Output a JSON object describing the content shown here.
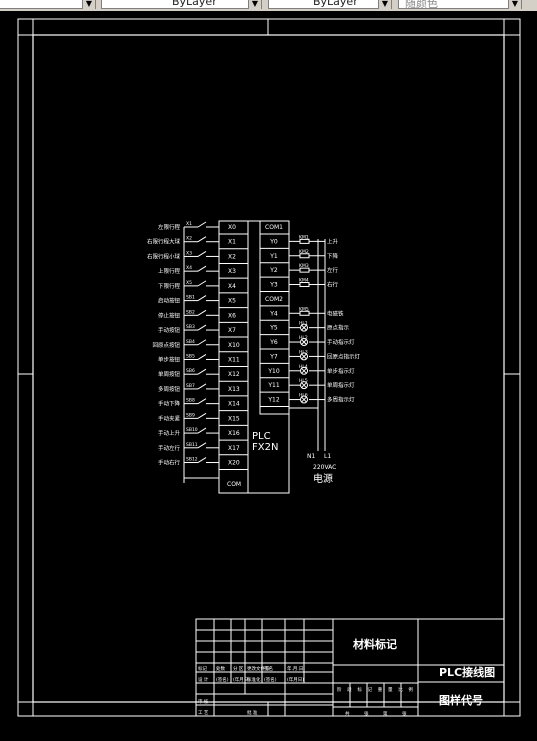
{
  "toolbar": {
    "linetype_value": "ByLayer",
    "lineweight_value": "ByLayer",
    "plotstyle_value": "随颜色"
  },
  "drawing": {
    "plc_model_line1": "PLC",
    "plc_model_line2": "FX2N",
    "inputs": [
      {
        "label": "左限行程",
        "contact": "X1",
        "terminal": "X0"
      },
      {
        "label": "右限行程大球",
        "contact": "X2",
        "terminal": "X1"
      },
      {
        "label": "右限行程小球",
        "contact": "X3",
        "terminal": "X2"
      },
      {
        "label": "上限行程",
        "contact": "X4",
        "terminal": "X3"
      },
      {
        "label": "下限行程",
        "contact": "X5",
        "terminal": "X4"
      },
      {
        "label": "启动按钮",
        "contact": "SB1",
        "terminal": "X5"
      },
      {
        "label": "停止按钮",
        "contact": "SB2",
        "terminal": "X6"
      },
      {
        "label": "手动按钮",
        "contact": "SB3",
        "terminal": "X7"
      },
      {
        "label": "回原点按钮",
        "contact": "SB4",
        "terminal": "X10"
      },
      {
        "label": "单步按钮",
        "contact": "SB5",
        "terminal": "X11"
      },
      {
        "label": "单周按钮",
        "contact": "SB6",
        "terminal": "X12"
      },
      {
        "label": "多周按钮",
        "contact": "SB7",
        "terminal": "X13"
      },
      {
        "label": "手动下降",
        "contact": "SB8",
        "terminal": "X14"
      },
      {
        "label": "手动夹紧",
        "contact": "SB9",
        "terminal": "X15"
      },
      {
        "label": "手动上升",
        "contact": "SB10",
        "terminal": "X16"
      },
      {
        "label": "手动左行",
        "contact": "SB11",
        "terminal": "X17"
      },
      {
        "label": "手动右行",
        "contact": "SB12",
        "terminal": "X20"
      }
    ],
    "input_com": "COM",
    "outputs": [
      {
        "terminal": "COM1",
        "device": "",
        "label": ""
      },
      {
        "terminal": "Y0",
        "device": "KM1",
        "label": "上升"
      },
      {
        "terminal": "Y1",
        "device": "KM2",
        "label": "下降"
      },
      {
        "terminal": "Y2",
        "device": "KM3",
        "label": "左行"
      },
      {
        "terminal": "Y3",
        "device": "KM4",
        "label": "右行"
      },
      {
        "terminal": "COM2",
        "device": "",
        "label": ""
      },
      {
        "terminal": "Y4",
        "device": "KM5",
        "label": "电磁铁"
      },
      {
        "terminal": "Y5",
        "device": "HL1",
        "label": "原点指示"
      },
      {
        "terminal": "Y6",
        "device": "HL2",
        "label": "手动指示灯"
      },
      {
        "terminal": "Y7",
        "device": "HL3",
        "label": "回原点指示灯"
      },
      {
        "terminal": "Y10",
        "device": "HL4",
        "label": "单步指示灯"
      },
      {
        "terminal": "Y11",
        "device": "HL5",
        "label": "单周指示灯"
      },
      {
        "terminal": "Y12",
        "device": "HL6",
        "label": "多周指示灯"
      }
    ],
    "supply_n": "N1",
    "supply_l": "L1",
    "supply_voltage": "220VAC",
    "supply_label": "电源"
  },
  "title_block": {
    "material_mark": "材料标记",
    "drawing_name": "PLC接线图",
    "drawing_code": "图样代号",
    "grid_labels": [
      "标记",
      "处数",
      "分 区",
      "更改文件号",
      "签名",
      "年.月.日"
    ],
    "grid_labels2": [
      "设 计",
      "(签名)",
      "(年月日)",
      "标准化",
      "(签名)",
      "(年月日)"
    ],
    "grid_labels3": [
      "审 核",
      "",
      "",
      "",
      "",
      ""
    ],
    "grid_labels4": [
      "工 艺",
      "",
      "",
      "批 准",
      "",
      ""
    ],
    "stage_labels": [
      "阶",
      "段",
      "标",
      "记",
      "重",
      "量",
      "比",
      "例"
    ],
    "sheet_labels": [
      "共",
      "张",
      "第",
      "张"
    ]
  }
}
